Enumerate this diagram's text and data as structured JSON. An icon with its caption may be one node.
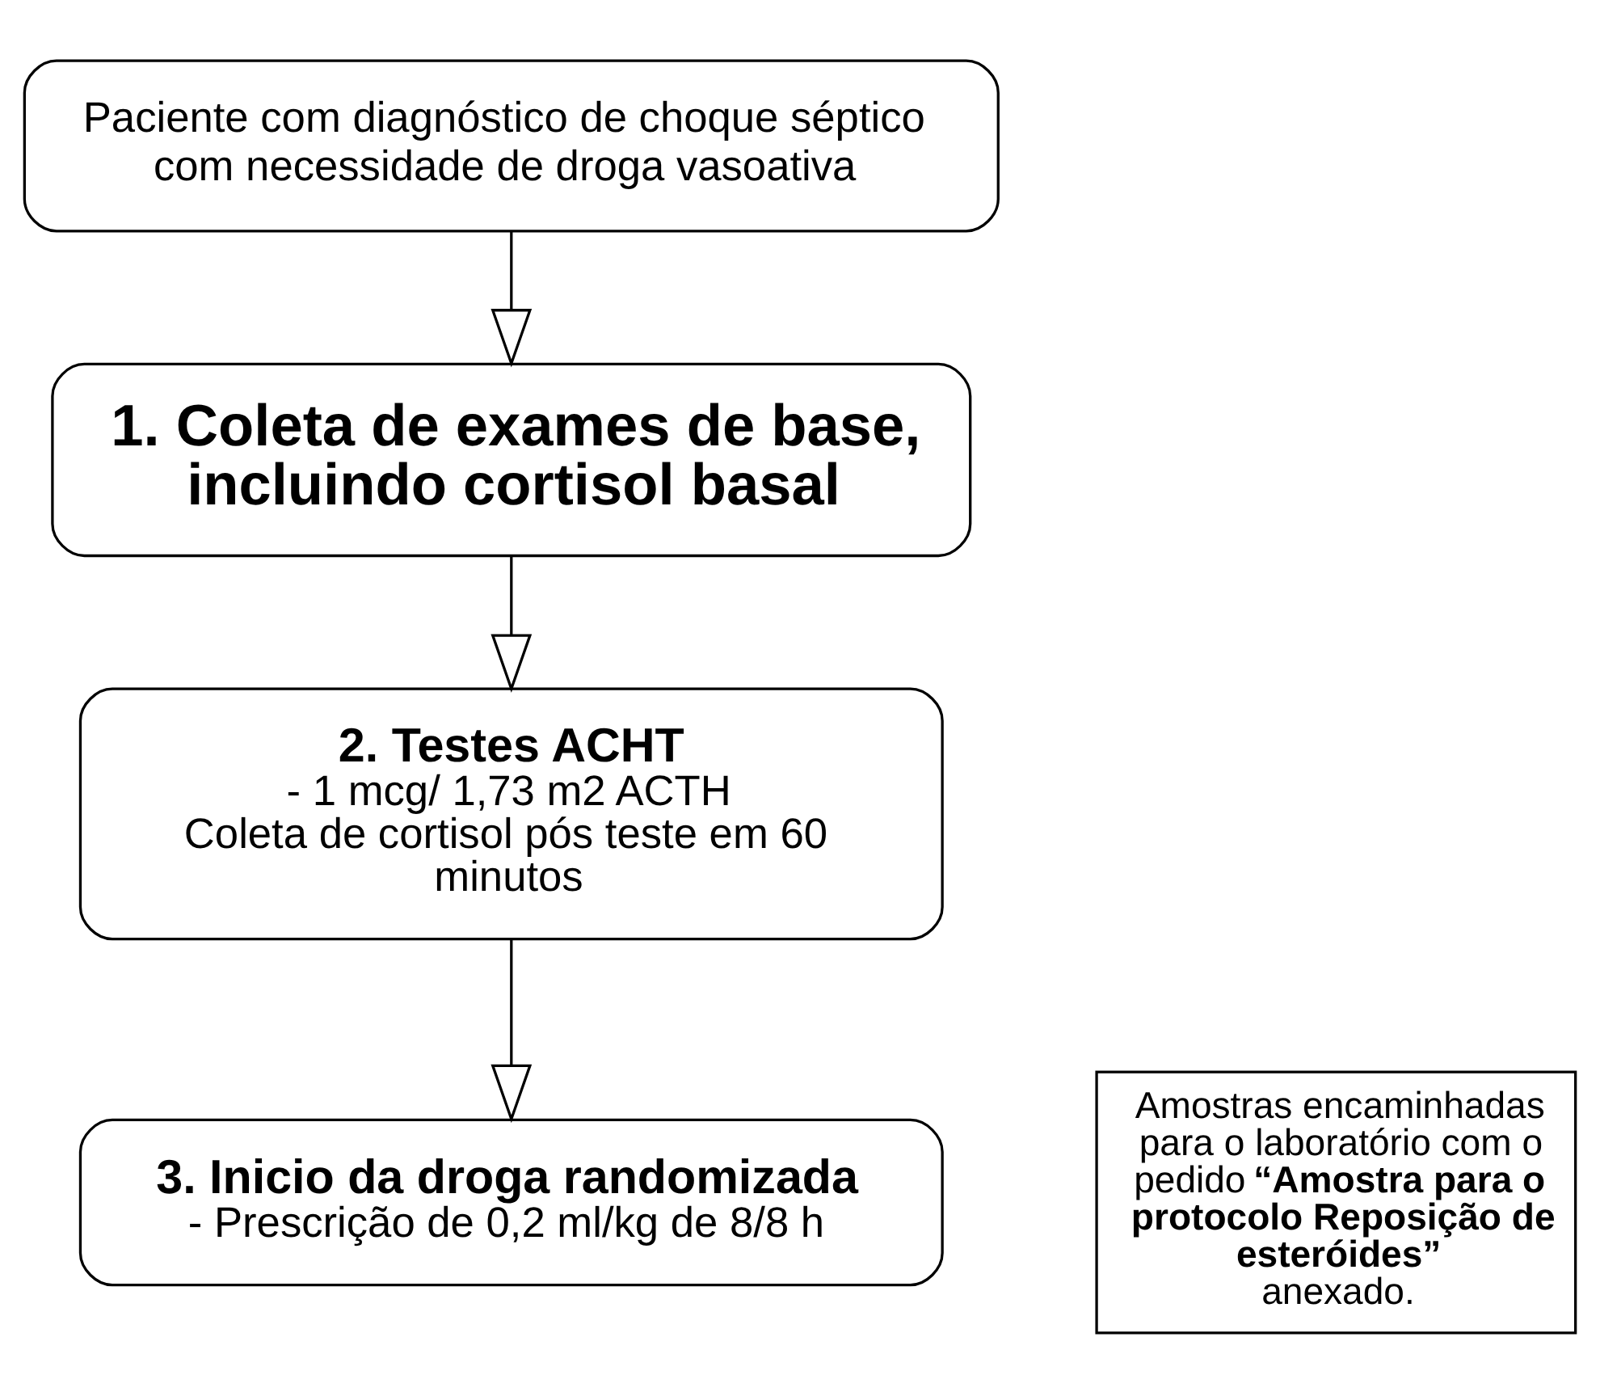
{
  "diagram": {
    "nodes": [
      {
        "text": [
          "Paciente com diagnóstico de choque séptico com necessidade de droga vasoativa"
        ]
      },
      {
        "text": [
          "1. Coleta de exames de base, incluindo cortisol basal"
        ]
      },
      {
        "text": [
          "2. Testes ACHT",
          "- 1 mcg/ 1,73 m2 ACTH",
          "Coleta de cortisol pós teste em 60 minutos"
        ]
      },
      {
        "text": [
          "3. Inicio da droga randomizada",
          "- Prescrição de 0,2 ml/kg de 8/8 h"
        ]
      },
      {
        "text": [
          "Amostras encaminhadas para o laboratório com o pedido **“Amostra para o protocolo Reposição de esteróides”** anexado."
        ]
      }
    ],
    "edges": [
      {
        "from": 0,
        "to": 1,
        "arrow": "to"
      },
      {
        "from": 1,
        "to": 2,
        "arrow": "to"
      },
      {
        "from": 2,
        "to": 3,
        "arrow": "to"
      }
    ]
  }
}
